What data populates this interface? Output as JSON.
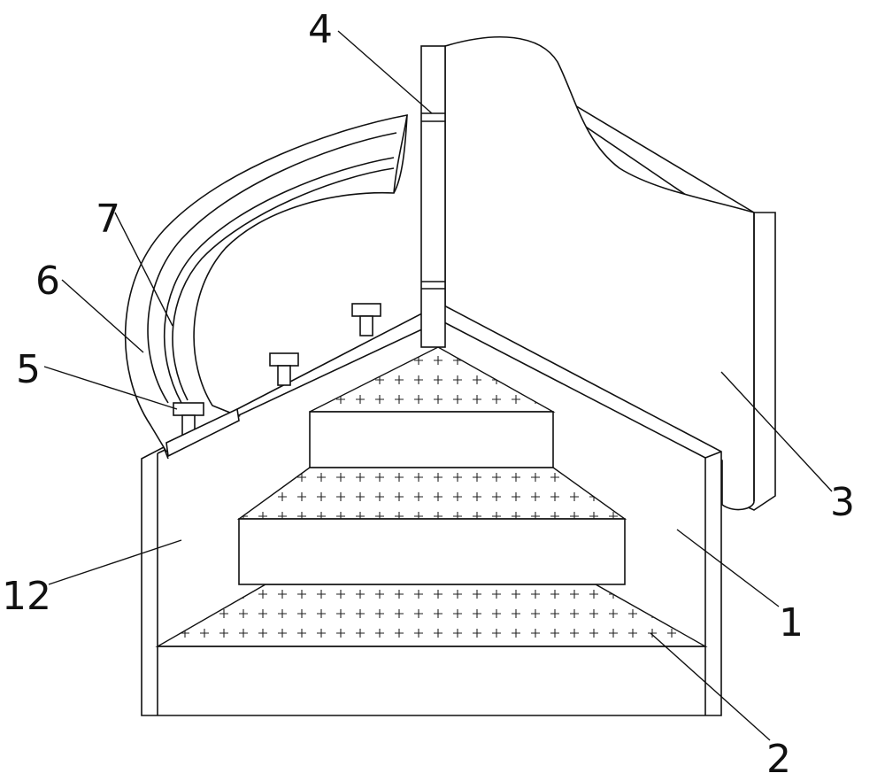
{
  "labels": {
    "l1": "1",
    "l2": "2",
    "l3": "3",
    "l4": "4",
    "l5": "5",
    "l6": "6",
    "l7": "7",
    "l12": "12"
  }
}
